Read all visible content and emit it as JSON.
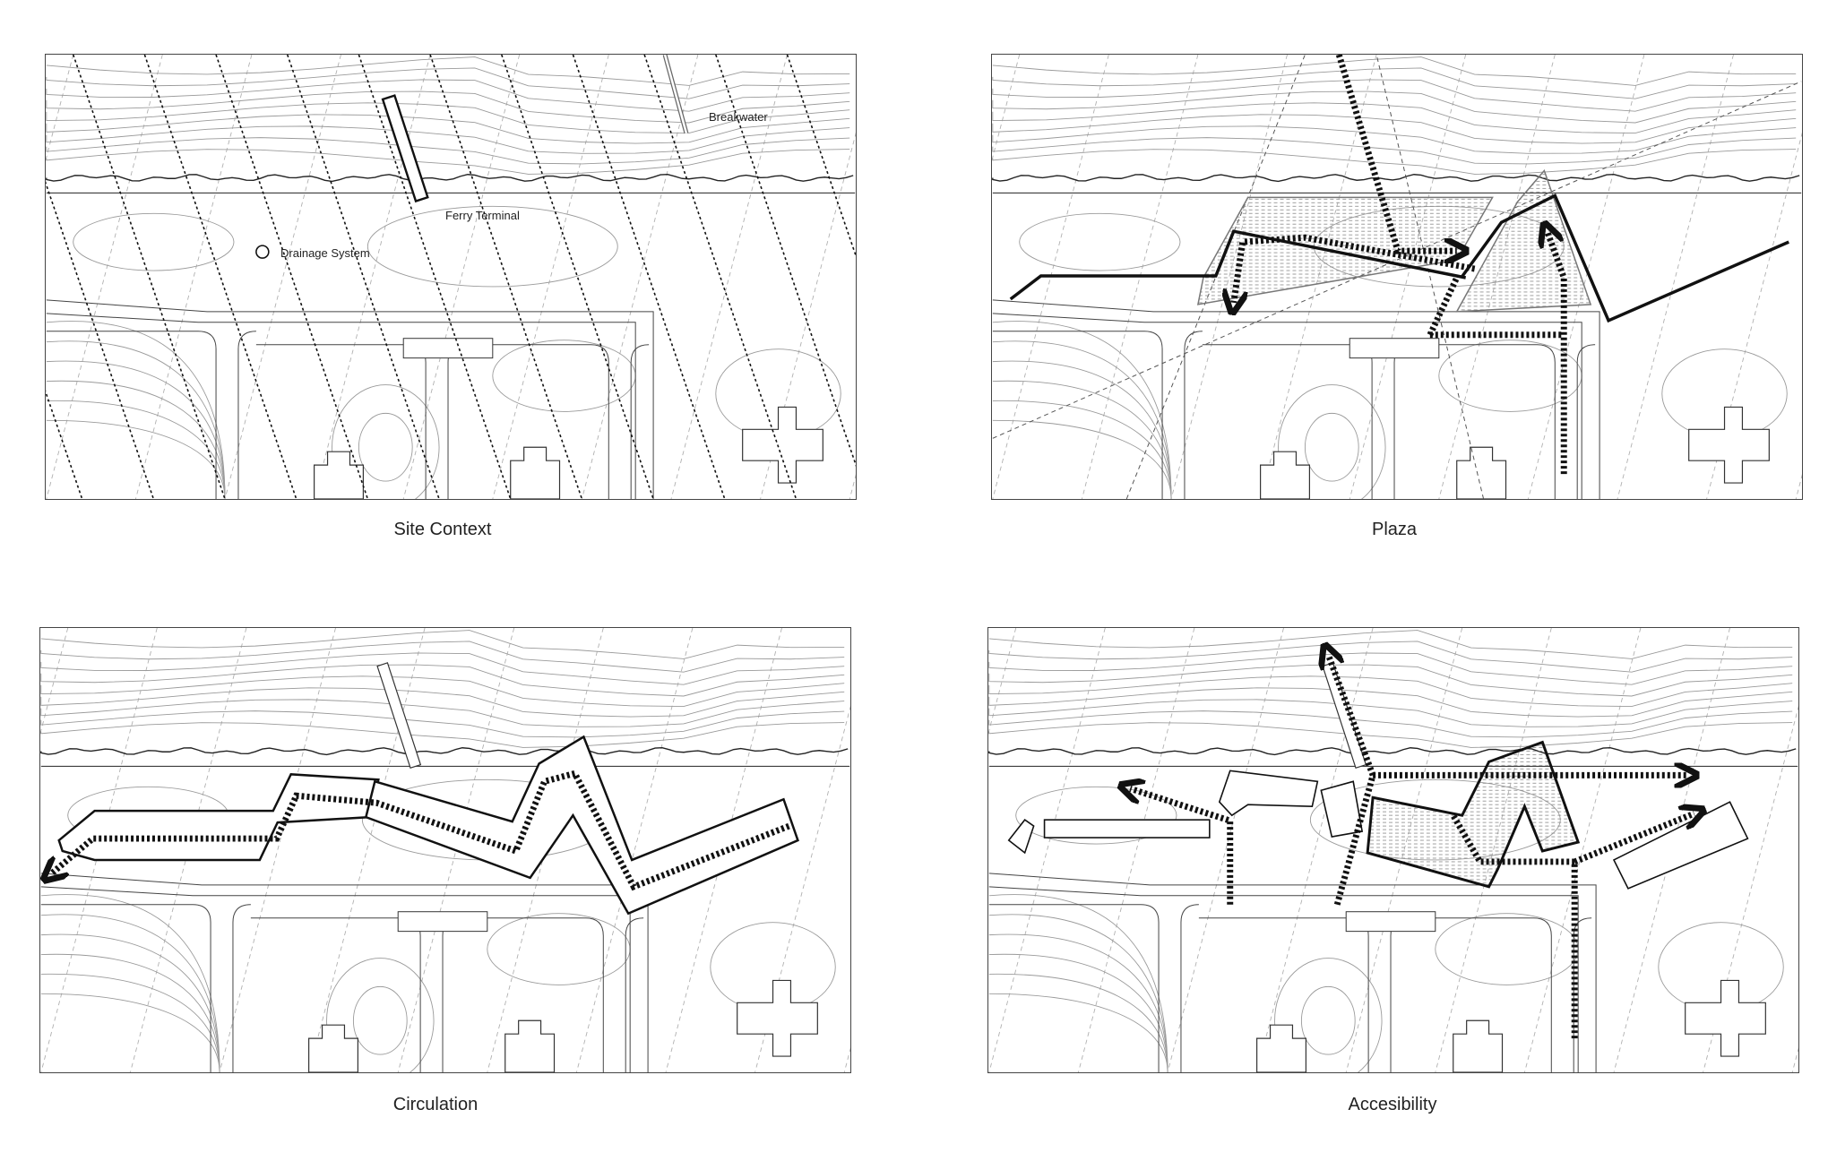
{
  "panels": [
    {
      "caption": "Site Context",
      "labels": {
        "breakwater": "Breakwater",
        "ferry": "Ferry Terminal",
        "drainage": "Drainage System"
      }
    },
    {
      "caption": "Plaza"
    },
    {
      "caption": "Circulation"
    },
    {
      "caption": "Accesibility"
    }
  ],
  "colors": {
    "line": "#111111",
    "contour": "#9a9a9a",
    "grid": "#b0b0b0",
    "hatch": "#777777"
  }
}
